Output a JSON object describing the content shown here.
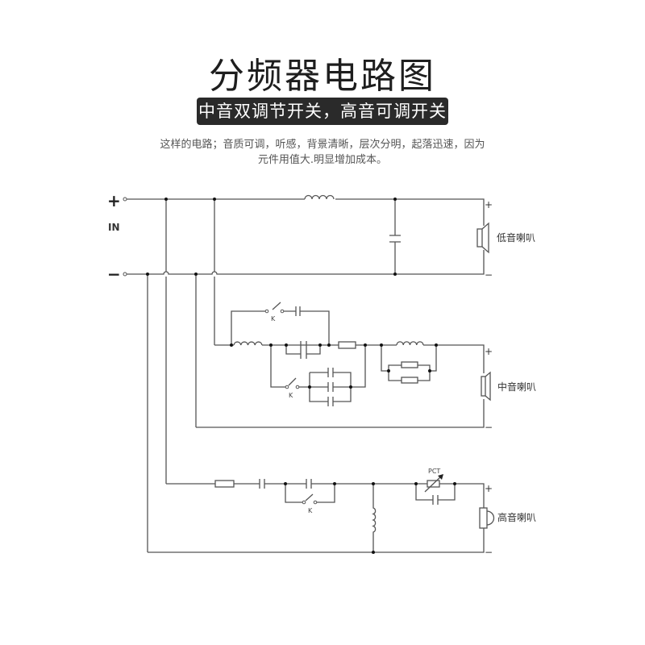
{
  "title": "分频器电路图",
  "subtitle": "中音双调节开关，高音可调开关",
  "description": [
    "这样的电路；音质可调，听感，背景清晰，层次分明，起落迅速，因为",
    "元件用值大.明显增加成本。"
  ],
  "diagram": {
    "input": {
      "plus": "+",
      "minus": "−",
      "label": "IN"
    },
    "woofer": {
      "label": "低音喇叭",
      "plus": "+",
      "minus": "−"
    },
    "midrange": {
      "label": "中音喇叭",
      "plus": "+",
      "minus": "−",
      "switch_label_1": "K",
      "switch_label_2": "K"
    },
    "tweeter": {
      "label": "高音喇叭",
      "plus": "+",
      "minus": "−",
      "switch_label": "K",
      "ptc_label": "PCT"
    }
  }
}
